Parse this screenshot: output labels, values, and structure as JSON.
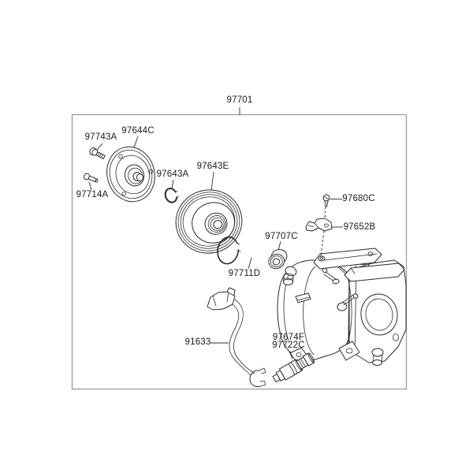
{
  "page": {
    "background": "#ffffff",
    "line_color": "#2b2b2b",
    "frame_color": "#979797",
    "text_color": "#1a1a1a"
  },
  "assembly": {
    "part_no": "97701"
  },
  "parts": [
    {
      "part_no": "97743A",
      "name": "flange-bolt"
    },
    {
      "part_no": "97644C",
      "name": "clutch-disc-hub-assembly"
    },
    {
      "part_no": "97714A",
      "name": "bolt"
    },
    {
      "part_no": "97643A",
      "name": "snap-ring-small"
    },
    {
      "part_no": "97643E",
      "name": "pulley-assembly"
    },
    {
      "part_no": "97711D",
      "name": "snap-ring-large"
    },
    {
      "part_no": "97707C",
      "name": "shaft-seal"
    },
    {
      "part_no": "97680C",
      "name": "screw"
    },
    {
      "part_no": "97652B",
      "name": "bracket"
    },
    {
      "part_no": "91633",
      "name": "wiring-harness"
    },
    {
      "part_no": "97674F",
      "name": "control-valve"
    },
    {
      "part_no": "97722C",
      "name": "control-valve-alt"
    }
  ]
}
